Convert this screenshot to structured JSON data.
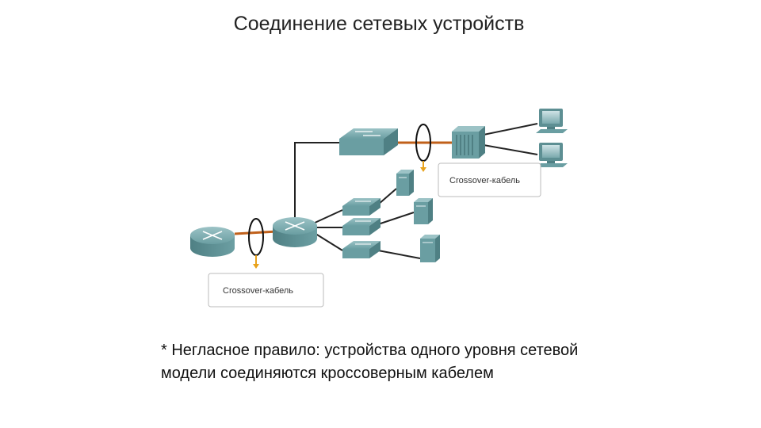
{
  "title": "Соединение сетевых устройств",
  "callouts": {
    "top": "Crossover-кабель",
    "bottom": "Crossover-кабель"
  },
  "note": {
    "line1": "* Негласное правило: устройства одного уровня сетевой",
    "line2": "модели соединяются кроссоверным кабелем"
  },
  "colors": {
    "crossover_cable": "#c0601a",
    "straight_cable": "#222222",
    "device_teal": "#5d8f93",
    "arrow": "#e8a21b"
  }
}
